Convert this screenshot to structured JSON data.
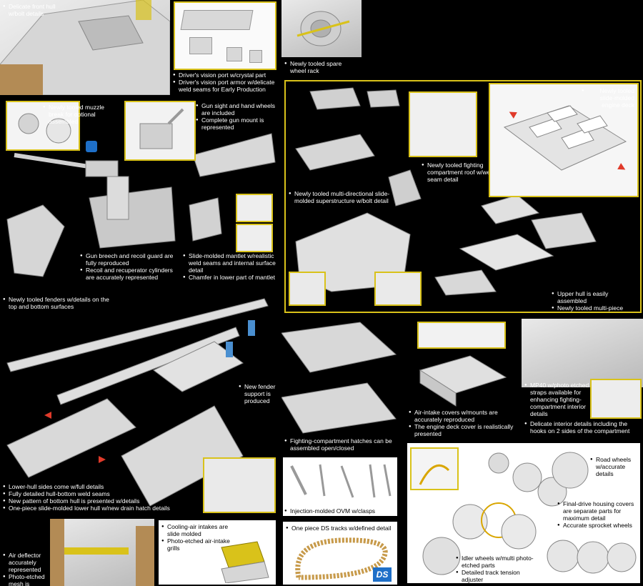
{
  "captions": {
    "front_hull": [
      "Delicate front hull w/bolt details"
    ],
    "vision_port": [
      "Driver's vision port w/crystal part",
      "Driver's vision port armor w/delicate weld seams for Early Production"
    ],
    "spare_wheel": [
      "Newly tooled spare wheel rack"
    ],
    "muzzle": [
      "Newly tooled muzzle break for optional assembled"
    ],
    "gun_sight": [
      "Gun sight and hand wheels are included",
      "Complete gun mount is represented"
    ],
    "breech": [
      "Gun breech and recoil guard are fully reproduced",
      "Recoil and recuperator cylinders are accurately represented"
    ],
    "mantlet": [
      "Slide-molded mantlet w/realistic weld seams and internal surface detail",
      "Chamfer in lower part of mantlet"
    ],
    "engine_deck": [
      "Newly tooled slide-molded engine deck"
    ],
    "fighting_roof": [
      "Newly tooled fighting compartment roof w/weld seam detail"
    ],
    "superstructure": [
      "Newly tooled multi-directional slide-molded superstructure w/bolt detail"
    ],
    "upper_hull": [
      "Upper hull is easily assembled",
      "Newly tooled multi-piece upper hull for maximum detail"
    ],
    "fenders": [
      "Newly tooled fenders w/details on the top and bottom surfaces"
    ],
    "fender_support": [
      "New fender support is produced"
    ],
    "lower_hull": [
      "Lower-hull sides come w/full details",
      "Fully detailed hull-bottom weld seams",
      "New pattern of bottom hull is presented w/details",
      "One-piece slide-molded lower hull w/new drain hatch details"
    ],
    "hatches": [
      "Fighting-compartment hatches can be assembled open/closed"
    ],
    "air_intake": [
      "Air-intake covers w/mounts are accurately reproduced",
      "The engine deck cover is realistically presented"
    ],
    "mp40": [
      "MP40 w/photo etched straps available for enhancing fighting-compartment interior details",
      "Delicate interior details including the hooks on 2 sides of the compartment"
    ],
    "ovm": [
      "Injection-molded OVM w/clasps"
    ],
    "road_wheels": [
      "Road wheels w/accurate details"
    ],
    "final_drive": [
      "Final-drive housing covers are separate parts for maximum detail",
      "Accurate sprocket wheels"
    ],
    "idler": [
      "Idler wheels w/multi photo-etched parts",
      "Detailed track tension adjuster"
    ],
    "air_deflector": [
      "Air deflector accurately represented",
      "Photo-etched mesh is included"
    ],
    "cooling_air": [
      "Cooling-air intakes are slide molded",
      "Photo-etched air-intake grills"
    ],
    "ds_tracks": [
      "One piece DS tracks w/defined detail"
    ]
  },
  "logos": {
    "ds": "DS"
  },
  "colors": {
    "accent": "#d9c21a",
    "arrow": "#e03a2a",
    "clear_part": "#4a8fd0"
  }
}
